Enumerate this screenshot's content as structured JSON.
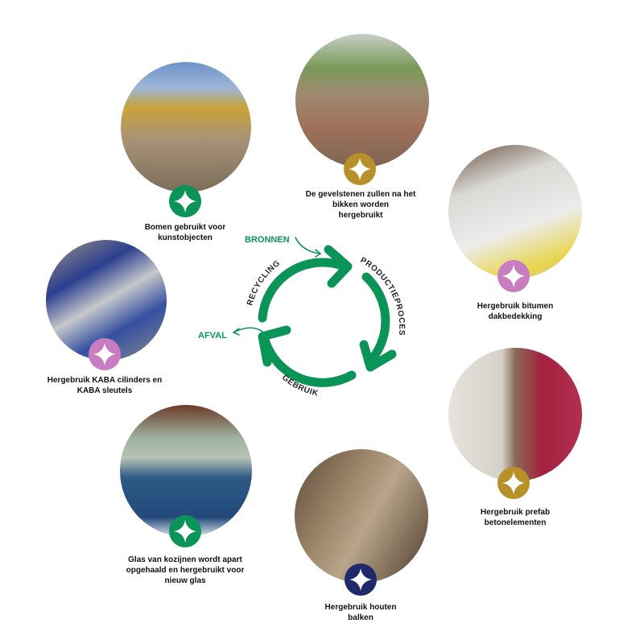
{
  "colors": {
    "green": "#0a9457",
    "gold": "#b8902a",
    "pink": "#c77dbf",
    "navy": "#1f2a6b"
  },
  "cycle": {
    "recycling": "RECYCLING",
    "productie": "PRODUCTIEPROCES",
    "gebruik": "GEBRUIK",
    "bronnen": "BRONNEN",
    "afval": "AFVAL"
  },
  "items": [
    {
      "caption": [
        "Bomen gebruikt voor",
        "kunstobjecten"
      ],
      "badge": "green",
      "icon": "sparkle-icon"
    },
    {
      "caption": [
        "De gevelstenen zullen na het",
        "bikken worden",
        "hergebruikt"
      ],
      "badge": "gold",
      "icon": "sparkle-icon"
    },
    {
      "caption": [
        "Hergebruik bitumen",
        "dakbedekking"
      ],
      "badge": "pink",
      "icon": "sparkle-icon"
    },
    {
      "caption": [
        "Hergebruik prefab",
        "betonelementen"
      ],
      "badge": "gold",
      "icon": "sparkle-icon"
    },
    {
      "caption": [
        "Hergebruik houten",
        "balken"
      ],
      "badge": "navy",
      "icon": "sparkle-icon"
    },
    {
      "caption": [
        "Glas van kozijnen wordt apart",
        "opgehaald en hergebruikt voor",
        "nieuw glas"
      ],
      "badge": "green",
      "icon": "sparkle-icon"
    },
    {
      "caption": [
        "Hergebruik KABA cilinders en",
        "KABA sleutels"
      ],
      "badge": "pink",
      "icon": "sparkle-icon"
    }
  ]
}
